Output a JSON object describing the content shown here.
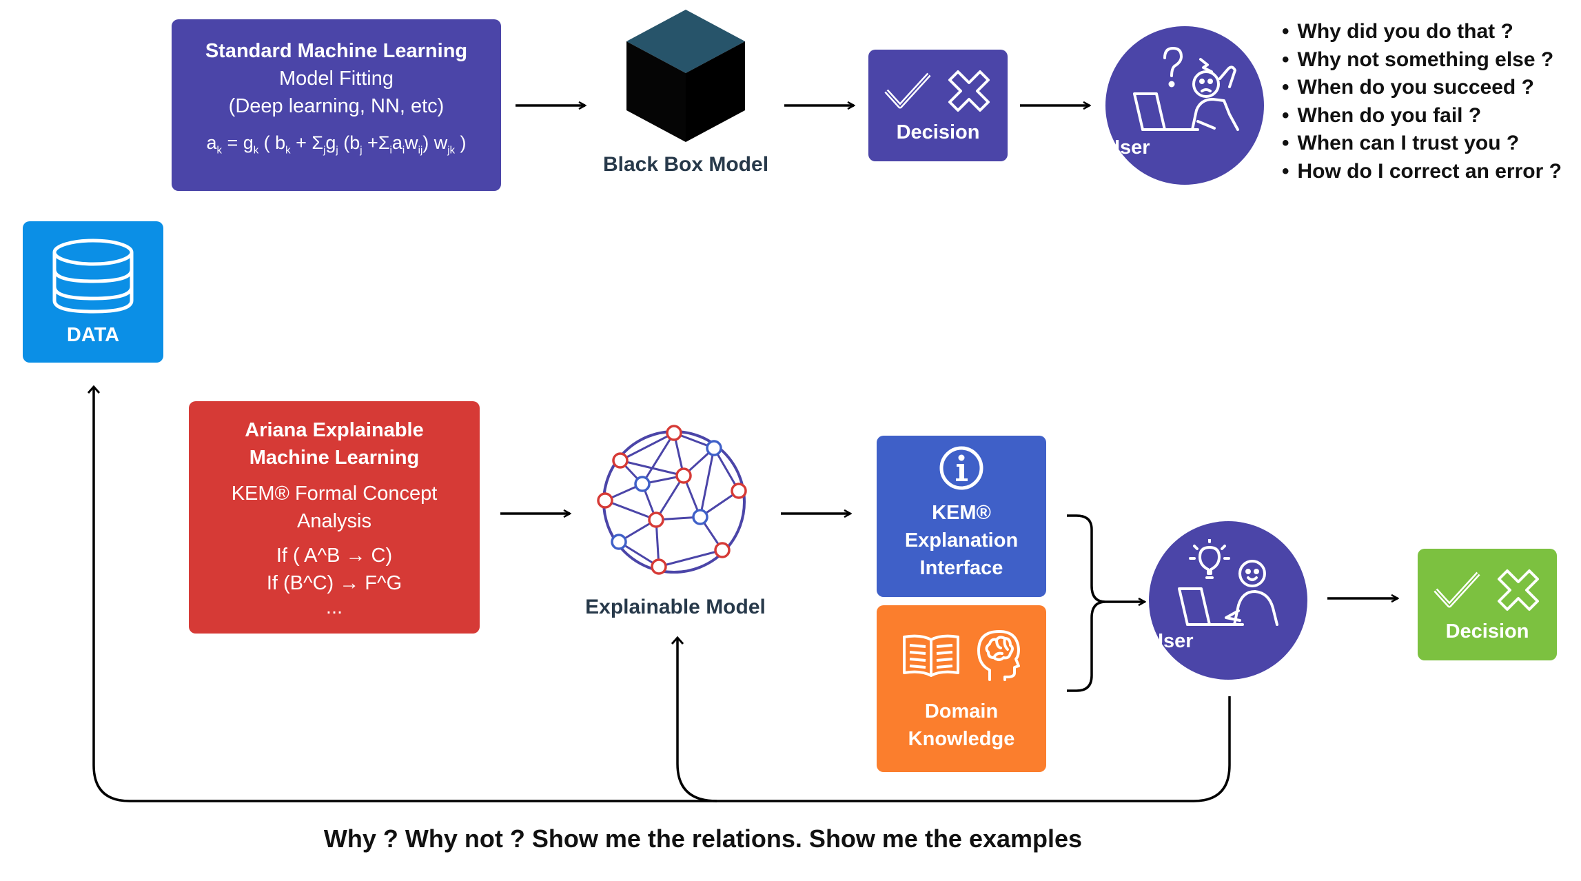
{
  "top": {
    "std_ml": {
      "title": "Standard Machine Learning",
      "line1": "Model Fitting",
      "line2": "(Deep learning, NN, etc)"
    },
    "black_box_label": "Black Box Model",
    "decision_label": "Decision",
    "user_label": "User",
    "questions": [
      "Why did you do that ?",
      "Why not something else ?",
      "When do you succeed ?",
      "When do you fail ?",
      "When can I trust you ?",
      "How do I correct an error ?"
    ]
  },
  "data_label": "DATA",
  "bottom": {
    "ariana": {
      "title_line1": "Ariana Explainable",
      "title_line2": "Machine Learning",
      "line1": "KEM® Formal Concept",
      "line2": "Analysis",
      "rule1": "If ( A^B → C)",
      "rule2": "If (B^C) → F^G",
      "ellipsis": "..."
    },
    "explainable_label": "Explainable Model",
    "kem": {
      "line1": "KEM®",
      "line2": "Explanation",
      "line3": "Interface"
    },
    "domain": {
      "line1": "Domain",
      "line2": "Knowledge"
    },
    "user_label": "User",
    "decision_label": "Decision",
    "footer": "Why ? Why not ? Show me the relations. Show me the examples"
  },
  "colors": {
    "purple": "#4b45a8",
    "blue_data": "#0b8fe6",
    "red": "#d63a36",
    "kem_blue": "#3f60c8",
    "orange": "#fb7e2d",
    "green": "#7cc140",
    "dark_cube": "#27546a"
  }
}
